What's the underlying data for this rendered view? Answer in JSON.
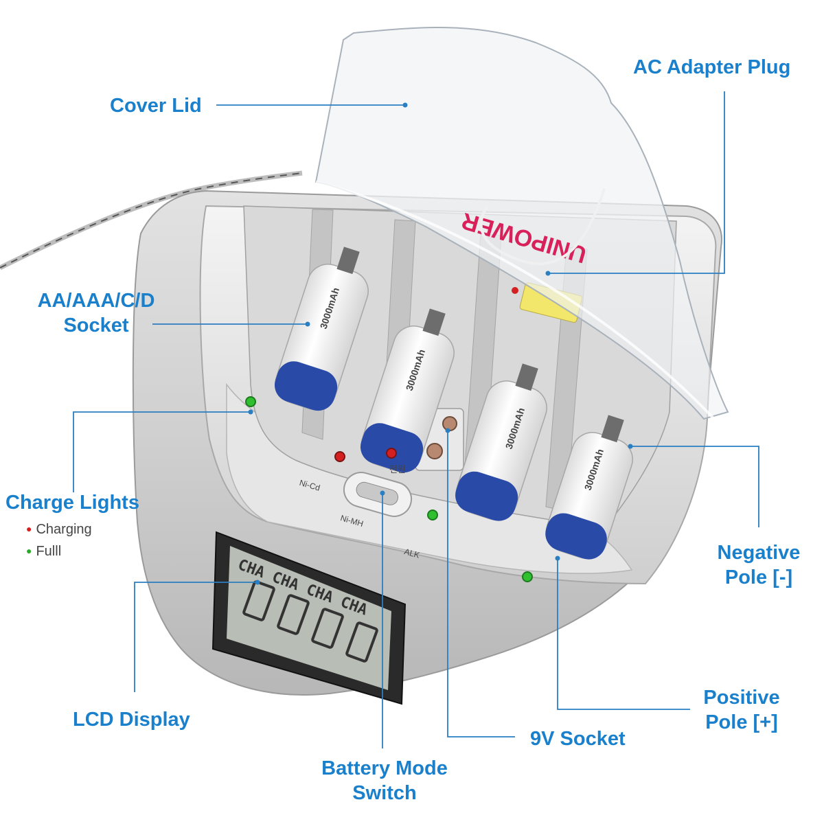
{
  "colors": {
    "label": "#1a80cc",
    "leader": "#2a7ec2",
    "charging_dot": "#d42020",
    "full_dot": "#2aa82a",
    "body_silver": "#c9c9c9",
    "battery_blue": "#2a4aa8"
  },
  "callouts": {
    "cover_lid": "Cover Lid",
    "ac_adapter_plug": "AC Adapter Plug",
    "socket_line1": "AA/AAA/C/D",
    "socket_line2": "Socket",
    "charge_lights": "Charge Lights",
    "legend_charging": "Charging",
    "legend_full": "Fulll",
    "negative_line1": "Negative",
    "negative_line2": "Pole [-]",
    "lcd_display": "LCD Display",
    "positive_line1": "Positive",
    "positive_line2": "Pole [+]",
    "nine_v_socket": "9V Socket",
    "mode_line1": "Battery Mode",
    "mode_line2": "Switch"
  },
  "device": {
    "brand": "UNIPOWER",
    "battery_capacity": "3000mAh",
    "mode_nicd": "Ni-Cd",
    "mode_nimh": "Ni-MH",
    "mode_alk": "ALK",
    "power_label": "전원",
    "lcd_text": "CHA CHA CHA CHA"
  }
}
